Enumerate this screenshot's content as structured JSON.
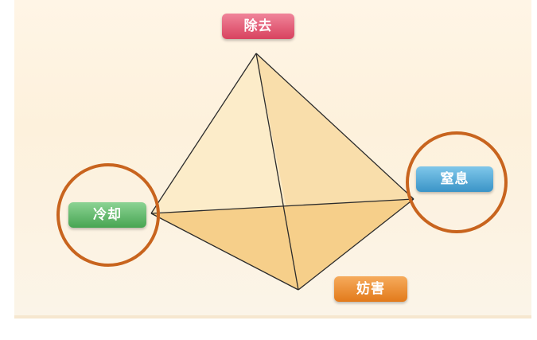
{
  "labels": {
    "removal": "除去",
    "suffocation": "窒息",
    "cooling": "冷却",
    "hindrance": "妨害"
  },
  "colors": {
    "removal": "#e05a72",
    "suffocation": "#4aa3d4",
    "cooling": "#5cb866",
    "hindrance": "#ec8a2e",
    "highlight_circle": "#c8641e",
    "pyramid_fill": "#f8d9a0"
  }
}
